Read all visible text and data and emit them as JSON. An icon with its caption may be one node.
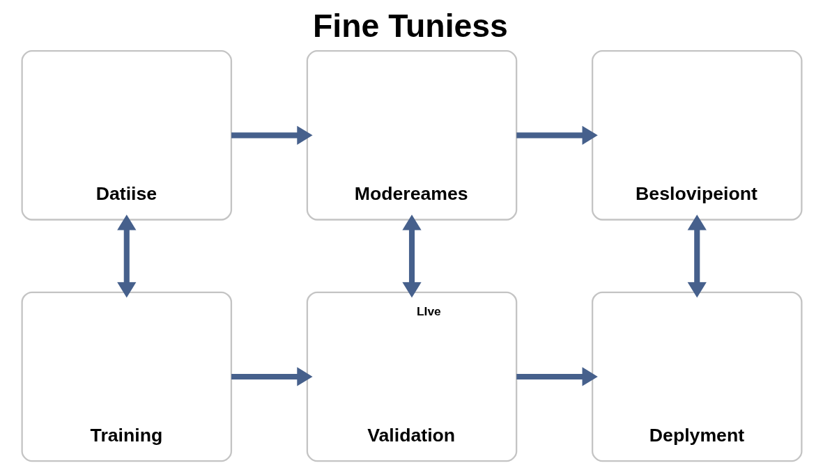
{
  "diagram": {
    "title": "Fine Tuniess",
    "nodes": [
      {
        "text": [
          "Datiise"
        ]
      },
      {
        "text": [
          "Modereames"
        ]
      },
      {
        "text": [
          "Beslovipeiont"
        ]
      },
      {
        "text": [
          "Training"
        ]
      },
      {
        "text": [
          "LIve",
          "Validation"
        ]
      },
      {
        "text": [
          "Deplyment"
        ]
      }
    ],
    "edges": [
      {
        "from": 0,
        "to": 1,
        "arrow": "to"
      },
      {
        "from": 1,
        "to": 2,
        "arrow": "to"
      },
      {
        "from": 0,
        "to": 3,
        "arrow": "both"
      },
      {
        "from": 1,
        "to": 4,
        "arrow": "both"
      },
      {
        "from": 2,
        "to": 5,
        "arrow": "both"
      },
      {
        "from": 3,
        "to": 4,
        "arrow": "to"
      },
      {
        "from": 4,
        "to": 5,
        "arrow": "to"
      }
    ]
  }
}
